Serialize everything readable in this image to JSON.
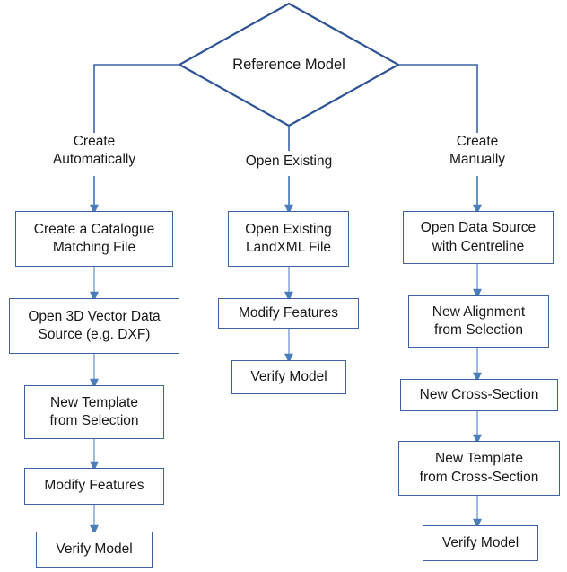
{
  "diagram": {
    "title": "Reference Model",
    "type": "flowchart",
    "colors": {
      "node_border": "#3B62A3",
      "diamond_border": "#2E5395",
      "connector": "#4A7EBB",
      "connector_light": "#8FAEDA",
      "text": "#181818",
      "background": "#ffffff"
    },
    "root": {
      "label": "Reference Model",
      "shape": "diamond"
    },
    "branches": [
      {
        "name": "create-automatically",
        "label": "Create\nAutomatically",
        "steps": [
          {
            "name": "create-catalogue-matching-file",
            "label": "Create a Catalogue\nMatching File"
          },
          {
            "name": "open-3d-vector-data-source",
            "label": "Open 3D Vector Data\nSource (e.g. DXF)"
          },
          {
            "name": "new-template-from-selection",
            "label": "New Template\nfrom Selection"
          },
          {
            "name": "modify-features",
            "label": "Modify Features"
          },
          {
            "name": "verify-model",
            "label": "Verify Model"
          }
        ]
      },
      {
        "name": "open-existing",
        "label": "Open Existing",
        "steps": [
          {
            "name": "open-existing-landxml-file",
            "label": "Open Existing\nLandXML File"
          },
          {
            "name": "modify-features",
            "label": "Modify Features"
          },
          {
            "name": "verify-model",
            "label": "Verify Model"
          }
        ]
      },
      {
        "name": "create-manually",
        "label": "Create\nManually",
        "steps": [
          {
            "name": "open-data-source-with-centreline",
            "label": "Open Data Source\nwith Centreline"
          },
          {
            "name": "new-alignment-from-selection",
            "label": "New Alignment\nfrom Selection"
          },
          {
            "name": "new-cross-section",
            "label": "New Cross-Section"
          },
          {
            "name": "new-template-from-cross-section",
            "label": "New Template\nfrom Cross-Section"
          },
          {
            "name": "verify-model",
            "label": "Verify Model"
          }
        ]
      }
    ]
  }
}
